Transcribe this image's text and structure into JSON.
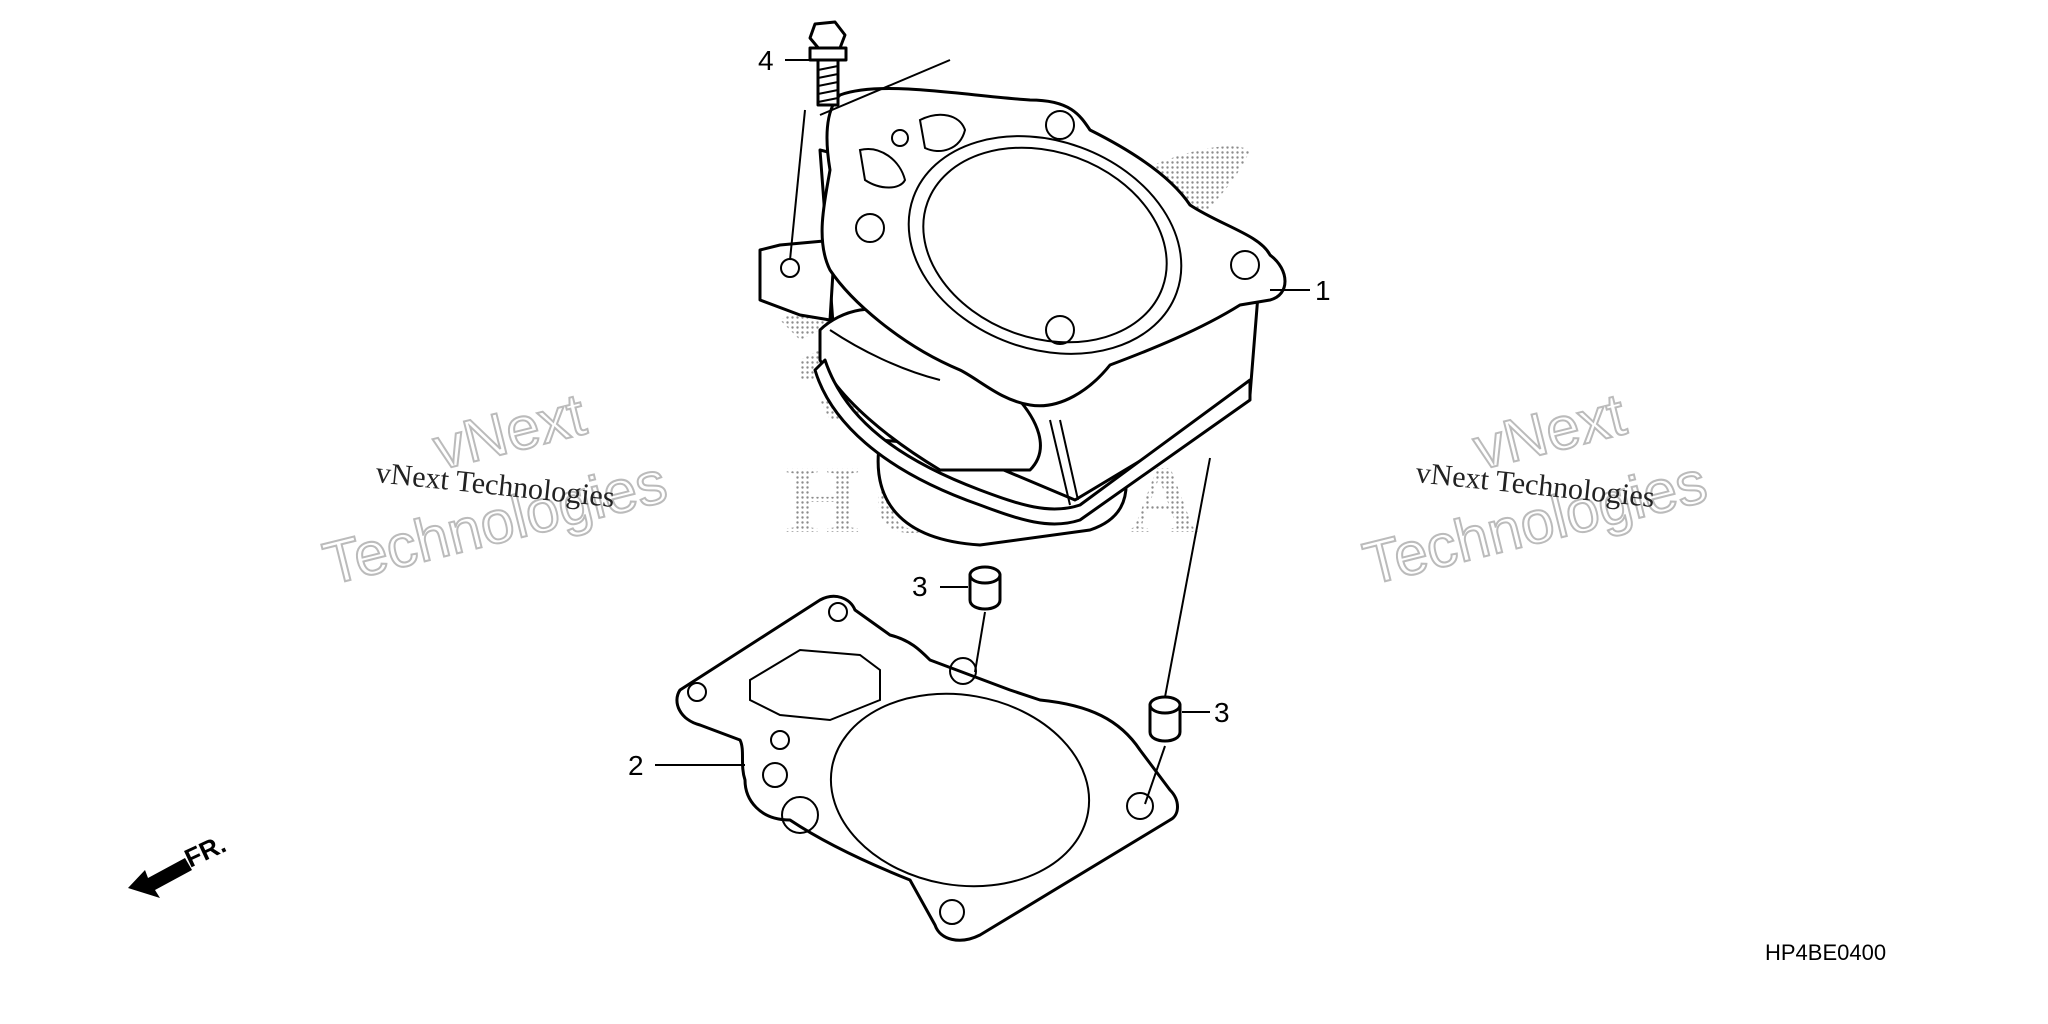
{
  "callouts": {
    "cylinder": "1",
    "gasket": "2",
    "dowel_left": "3",
    "dowel_right": "3",
    "bolt": "4"
  },
  "diagram_code": "HP4BE0400",
  "front_indicator": "FR.",
  "watermark": {
    "line_small": "vNext Technologies",
    "big_line1": "vNext",
    "big_line2": "Technologies"
  },
  "logo_text": "HONDA",
  "colors": {
    "ink": "#000000",
    "dot_screen": "#9a9a9a",
    "watermark_outline": "#bbbbbb"
  }
}
